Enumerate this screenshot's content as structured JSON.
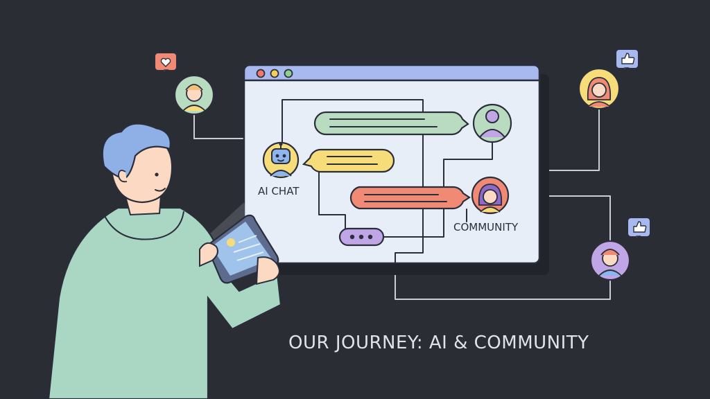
{
  "labels": {
    "ai_chat": "AI CHAT",
    "community": "COMMUNITY"
  },
  "title": "OUR JOURNEY: AI & COMMUNITY",
  "colors": {
    "background": "#2b2d35",
    "window": "#e7eef8",
    "titlebar": "#a7b9ef",
    "bubble_green": "#b9dcc1",
    "bubble_yellow": "#f6dd7a",
    "bubble_red": "#f08a74",
    "typing_purple": "#c0a6e6",
    "hoodie": "#a9d7c3",
    "hair": "#8fb0e6"
  },
  "icons": [
    "heart-icon",
    "thumbs-up-icon",
    "robot-icon",
    "user-icon",
    "tablet-icon"
  ]
}
